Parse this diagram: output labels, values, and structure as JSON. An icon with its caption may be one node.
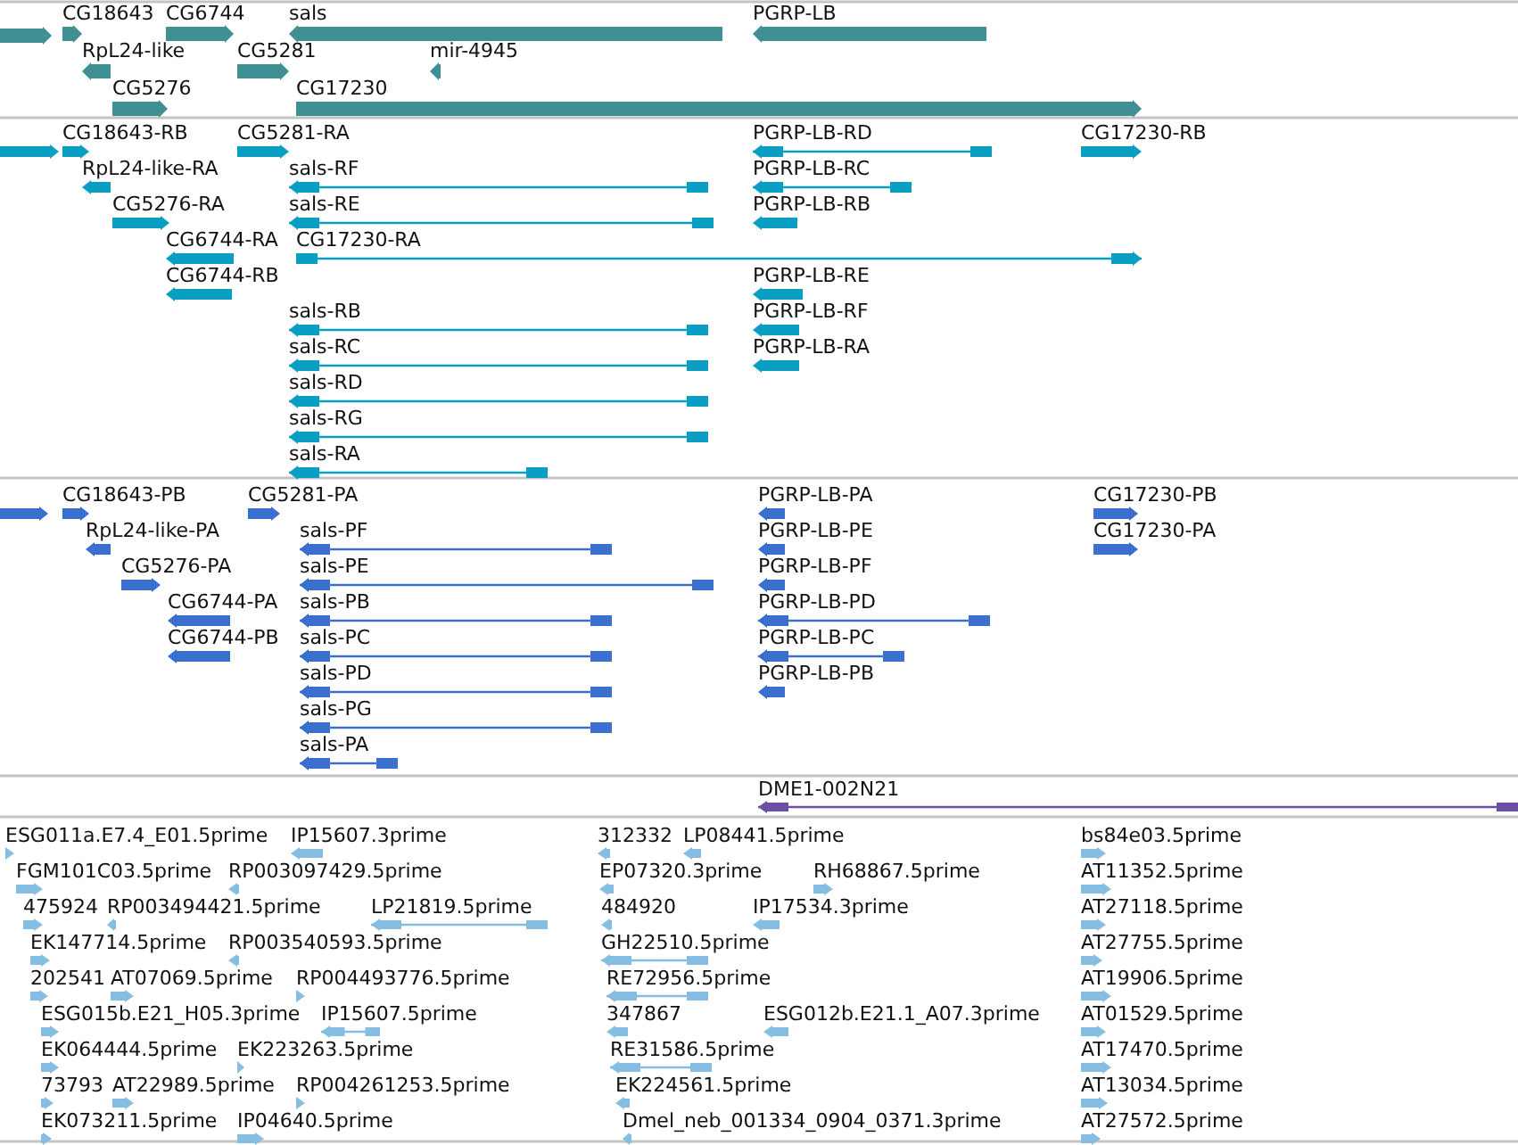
{
  "diagram": {
    "labels": [
      "CG18643",
      "CG6744",
      "sals",
      "PGRP-LB",
      "RpL24-like",
      "CG5281",
      "mir-4945",
      "CG5276",
      "CG17230",
      "CG18643-RB",
      "CG5281-RA",
      "PGRP-LB-RD",
      "CG17230-RB",
      "RpL24-like-RA",
      "sals-RF",
      "PGRP-LB-RC",
      "CG5276-RA",
      "sals-RE",
      "PGRP-LB-RB",
      "CG6744-RA",
      "CG17230-RA",
      "CG6744-RB",
      "PGRP-LB-RE",
      "sals-RB",
      "PGRP-LB-RF",
      "sals-RC",
      "PGRP-LB-RA",
      "sals-RD",
      "sals-RG",
      "sals-RA",
      "CG18643-PB",
      "CG5281-PA",
      "PGRP-LB-PA",
      "CG17230-PB",
      "RpL24-like-PA",
      "sals-PF",
      "PGRP-LB-PE",
      "CG17230-PA",
      "CG5276-PA",
      "sals-PE",
      "PGRP-LB-PF",
      "CG6744-PA",
      "sals-PB",
      "PGRP-LB-PD",
      "CG6744-PB",
      "sals-PC",
      "PGRP-LB-PC",
      "sals-PD",
      "PGRP-LB-PB",
      "sals-PG",
      "sals-PA",
      "DME1-002N21",
      "ESG011a.E7.4_E01.5prime",
      "IP15607.3prime",
      "312332",
      "LP08441.5prime",
      "bs84e03.5prime",
      "FGM101C03.5prime",
      "RP003097429.5prime",
      "EP07320.3prime",
      "RH68867.5prime",
      "AT11352.5prime",
      "475924",
      "RP003494421.5prime",
      "LP21819.5prime",
      "484920",
      "IP17534.3prime",
      "AT27118.5prime",
      "EK147714.5prime",
      "RP003540593.5prime",
      "GH22510.5prime",
      "AT27755.5prime",
      "202541",
      "AT07069.5prime",
      "RP004493776.5prime",
      "RE72956.5prime",
      "AT19906.5prime",
      "ESG015b.E21_H05.3prime",
      "IP15607.5prime",
      "347867",
      "ESG012b.E21.1_A07.3prime",
      "AT01529.5prime",
      "EK064444.5prime",
      "EK223263.5prime",
      "RE31586.5prime",
      "AT17470.5prime",
      "73793",
      "AT22989.5prime",
      "RP004261253.5prime",
      "EK224561.5prime",
      "AT13034.5prime",
      "EK073211.5prime",
      "IP04640.5prime",
      "Dmel_neb_001334_0904_0371.3prime",
      "AT27572.5prime"
    ]
  }
}
